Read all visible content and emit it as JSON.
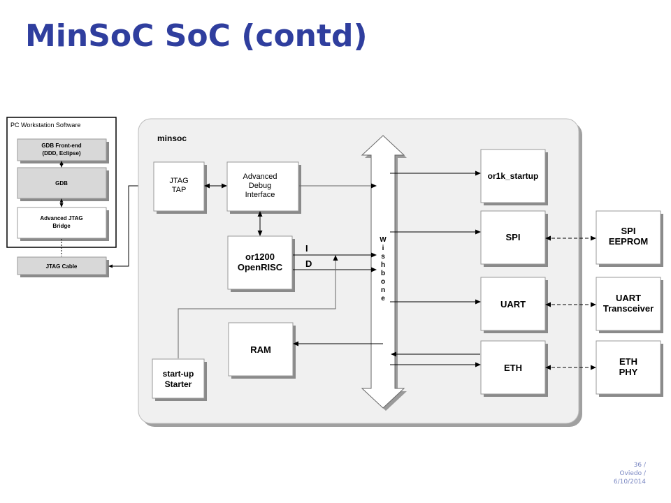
{
  "slide": {
    "title": "MinSoC SoC (contd)",
    "footer": {
      "page": "36 /",
      "place": "Oviedo /",
      "date": "6/10/2014"
    }
  },
  "pc_workstation": {
    "label": "PC Workstation Software",
    "gdb_frontend": [
      "GDB Front-end",
      "(DDD, Eclipse)"
    ],
    "gdb": "GDB",
    "adv_jtag_bridge": [
      "Advanced JTAG",
      "Bridge"
    ],
    "jtag_cable": "JTAG Cable"
  },
  "minsoc": {
    "label": "minsoc",
    "jtag_tap": [
      "JTAG",
      "TAP"
    ],
    "adv_debug": [
      "Advanced",
      "Debug",
      "Interface"
    ],
    "or1200": [
      "or1200",
      "OpenRISC"
    ],
    "i_label": "I",
    "d_label": "D",
    "ram": "RAM",
    "startup_starter": [
      "start-up",
      "Starter"
    ],
    "wishbone_letters": [
      "W",
      "i",
      "s",
      "h",
      "b",
      "o",
      "n",
      "e"
    ],
    "or1k_startup": "or1k_startup",
    "spi": "SPI",
    "uart": "UART",
    "eth": "ETH"
  },
  "external": {
    "spi_eeprom": [
      "SPI",
      "EEPROM"
    ],
    "uart_transceiver": [
      "UART",
      "Transceiver"
    ],
    "eth_phy": [
      "ETH",
      "PHY"
    ]
  },
  "colors": {
    "title": "#2f3e9e",
    "footer": "#7a87c2",
    "minsoc_bg": "#f0f0f0",
    "pc_box_fill": "#d8d8d8"
  }
}
